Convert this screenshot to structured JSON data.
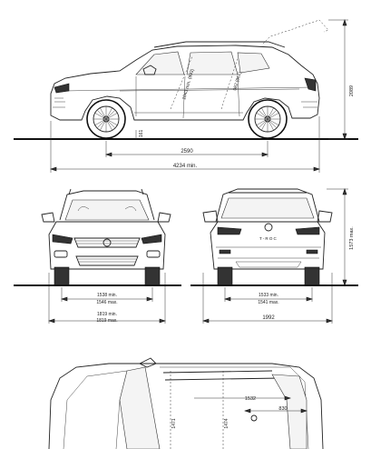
{
  "dimensions": {
    "side_wheelbase": "2590",
    "side_length": "4234 min.",
    "side_height": "2089",
    "side_ground_clearance": "161",
    "side_headroom_front": "1043 min. (993)",
    "side_headroom_rear": "982 (961)",
    "front_track_line1": "1538 min.",
    "front_track_line2": "1546 max.",
    "front_width_line1": "1819 min.",
    "front_width_line2": "1819 max.",
    "rear_track_line1": "1533 min.",
    "rear_track_line2": "1541 max.",
    "rear_width": "1992",
    "rear_height": "1573 max.",
    "top_interior_width": "1532",
    "top_front_seat_width": "1471",
    "top_rear_seat_width": "1474",
    "top_rear_length": "830"
  },
  "badges": {
    "rear_model_name": "T-ROC"
  },
  "colors": {
    "line": "#222222",
    "background": "#ffffff"
  }
}
